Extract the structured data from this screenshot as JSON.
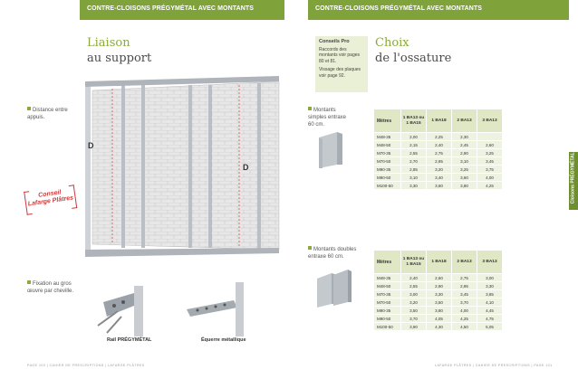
{
  "header_left": "CONTRE-CLOISONS PRÉGYMÉTAL AVEC MONTANTS",
  "header_right": "CONTRE-CLOISONS PRÉGYMÉTAL AVEC MONTANTS",
  "left": {
    "title_line1": "Liaison",
    "title_line2": "au support",
    "bullet_distance": "Distance entre appuis.",
    "dim_label_1": "D",
    "dim_label_2": "D",
    "conseil_stamp": "Conseil Lafarge Plâtres",
    "bullet_fixation": "Fixation au gros œuvre par cheville.",
    "caption_rail": "Rail PRÉGYMÉTAL",
    "caption_equerre": "Équerre métallique",
    "footer": "PAGE 100 | CAHIER DE PRESCRIPTIONS | LAFARGE PLÂTRES"
  },
  "right": {
    "conseil_head": "Conseils Pro",
    "conseil_text1": "Raccords des montants voir pages 80 et 81.",
    "conseil_text2": "Vissage des plaques voir page 92.",
    "title_line1": "Choix",
    "title_line2": "de l'ossature",
    "bullet_simples": "Montants simples entraxe 60 cm.",
    "bullet_doubles": "Montants doubles entraxe 60 cm.",
    "side_tab": "Cloisons PRÉGYMÉTAL",
    "footer": "LAFARGE PLÂTRES | CAHIER DE PRESCRIPTIONS | PAGE 101"
  },
  "table_simple": {
    "headers": [
      "Mètres",
      "1 BA13 ou 1 BA15",
      "1 BA18",
      "2 BA13",
      "3 BA13"
    ],
    "rows": [
      [
        "M48-35",
        "2,00",
        "2,25",
        "2,30",
        ""
      ],
      [
        "M48-50",
        "2,15",
        "2,40",
        "2,45",
        "2,60"
      ],
      [
        "M70-35",
        "2,55",
        "2,75",
        "2,90",
        "3,25"
      ],
      [
        "M70-50",
        "2,70",
        "2,95",
        "3,10",
        "3,45"
      ],
      [
        "M90-35",
        "2,85",
        "3,20",
        "3,25",
        "3,75"
      ],
      [
        "M90-50",
        "3,10",
        "3,40",
        "3,60",
        "4,00"
      ],
      [
        "M100-50",
        "3,30",
        "3,60",
        "3,80",
        "4,25"
      ]
    ]
  },
  "table_double": {
    "headers": [
      "Mètres",
      "1 BA13 ou 1 BA15",
      "1 BA18",
      "2 BA13",
      "3 BA13"
    ],
    "rows": [
      [
        "M48-35",
        "2,40",
        "2,60",
        "2,75",
        "3,00"
      ],
      [
        "M48-50",
        "2,55",
        "2,90",
        "2,95",
        "3,30"
      ],
      [
        "M70-35",
        "3,00",
        "3,30",
        "3,45",
        "3,85"
      ],
      [
        "M70-50",
        "3,20",
        "3,50",
        "3,70",
        "4,10"
      ],
      [
        "M90-35",
        "3,50",
        "3,80",
        "4,00",
        "4,45"
      ],
      [
        "M90-50",
        "3,70",
        "4,05",
        "4,25",
        "4,75"
      ],
      [
        "M100-50",
        "3,90",
        "4,30",
        "4,50",
        "5,05"
      ]
    ]
  }
}
